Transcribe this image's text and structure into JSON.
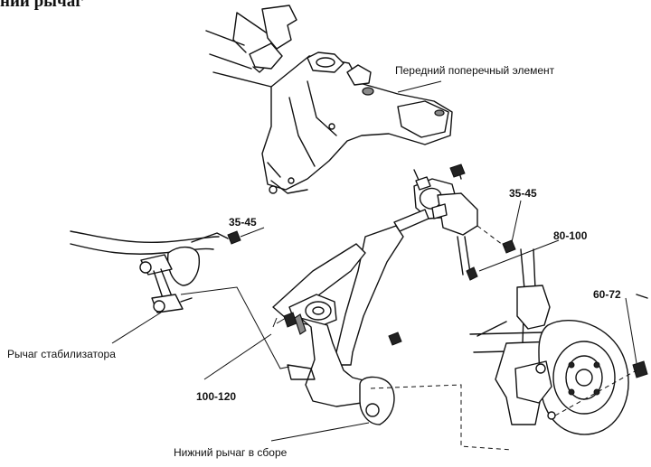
{
  "header_fragment": "нии рычаг",
  "labels": {
    "front_crossmember": "Передний поперечный элемент",
    "stabilizer_link": "Рычаг стабилизатора",
    "lower_arm_assembly": "Нижний рычаг в сборе"
  },
  "torques": {
    "stab_nut": "35-45",
    "clamp_nut": "35-45",
    "bolt_80_100": "80-100",
    "hub_nut": "60-72",
    "arm_bolt": "100-120"
  }
}
